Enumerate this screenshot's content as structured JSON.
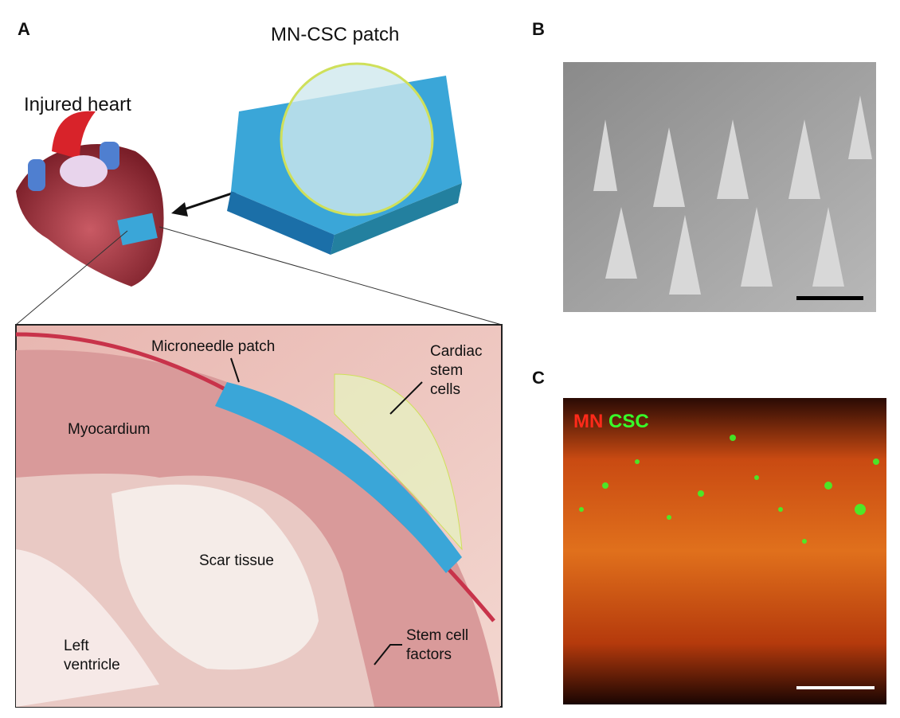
{
  "panels": {
    "a": {
      "label": "A",
      "patch_title": "MN-CSC patch",
      "heart_title": "Injured heart",
      "inset": {
        "microneedle": "Microneedle patch",
        "cardiac": "Cardiac\nstem\ncells",
        "myocardium": "Myocardium",
        "scar": "Scar tissue",
        "ventricle": "Left\nventricle",
        "factors": "Stem cell\nfactors"
      }
    },
    "b": {
      "label": "B"
    },
    "c": {
      "label": "C",
      "stain_mn": "MN",
      "stain_csc": "CSC"
    }
  },
  "colors": {
    "mn": "#ff2a1a",
    "csc": "#37ff2a",
    "patch": "#3aa6d8"
  }
}
